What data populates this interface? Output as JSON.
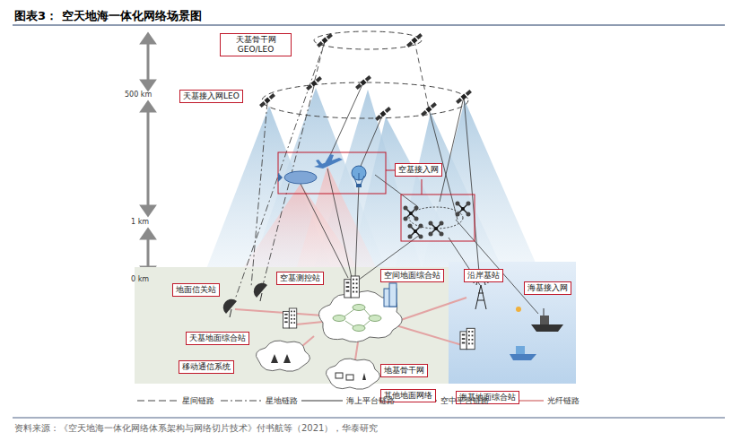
{
  "diagram": {
    "title": "图表3： 空天地海一体化网络场景图",
    "caption": "资料来源：《空天地海一体化网络体系架构与网络切片技术》付书航等（2021），华泰研究",
    "nodes": [
      {
        "text": [
          "天基骨干网 GEO/LEO"
        ]
      },
      {
        "text": [
          "天基接入网LEO"
        ]
      },
      {
        "text": [
          "空基接入网"
        ]
      },
      {
        "text": [
          "空基测控站"
        ]
      },
      {
        "text": [
          "空间地面综合站"
        ]
      },
      {
        "text": [
          "沿岸基站"
        ]
      },
      {
        "text": [
          "海基接入网"
        ]
      },
      {
        "text": [
          "地面信关站"
        ]
      },
      {
        "text": [
          "天基地面综合站"
        ]
      },
      {
        "text": [
          "地基骨干网"
        ]
      },
      {
        "text": [
          "移动通信系统"
        ]
      },
      {
        "text": [
          "其他地面网络"
        ]
      },
      {
        "text": [
          "海基地面综合站"
        ]
      }
    ],
    "labels": [
      "500 km",
      "1 km",
      "0 km"
    ],
    "legend": [
      {
        "text": "星间链路"
      },
      {
        "text": "星地链路"
      },
      {
        "text": "海上平台链路"
      },
      {
        "text": "空中平台链路"
      },
      {
        "text": "光纤链路"
      }
    ]
  }
}
